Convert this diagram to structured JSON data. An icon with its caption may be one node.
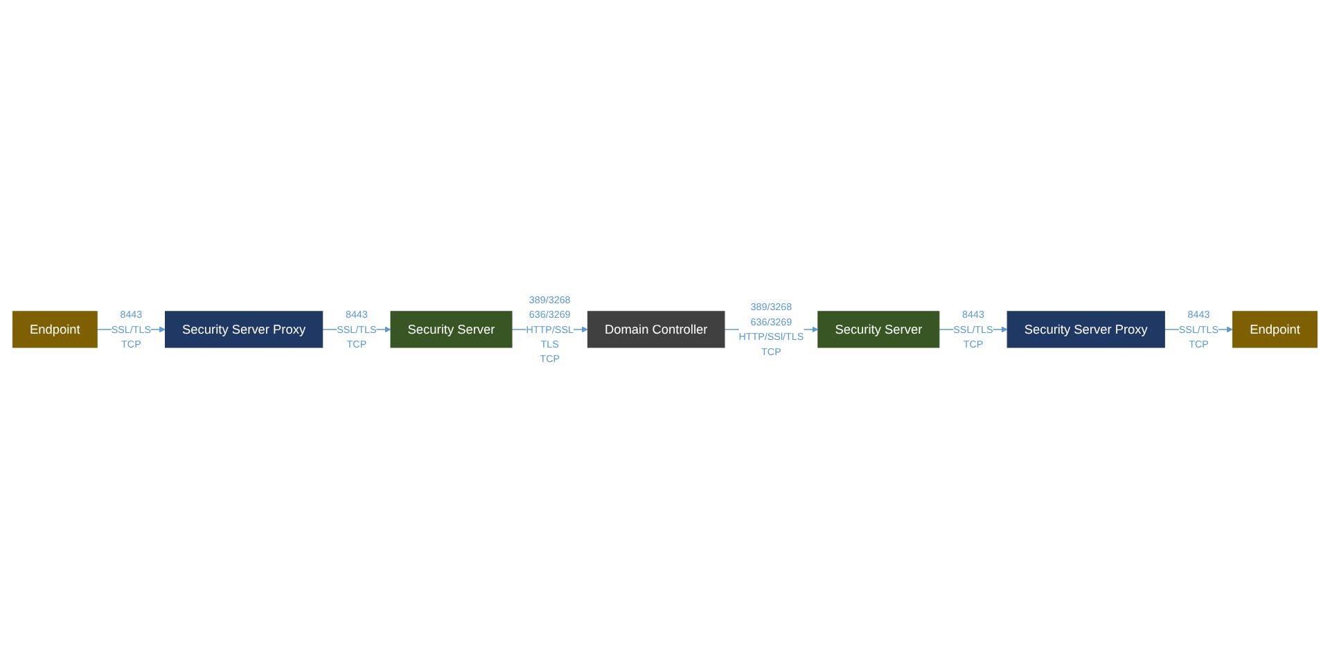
{
  "diagram": {
    "nodes": [
      {
        "text": [
          "Endpoint"
        ]
      },
      {
        "text": [
          "Security Server Proxy"
        ]
      },
      {
        "text": [
          "Security Server"
        ]
      },
      {
        "text": [
          "Domain Controller"
        ]
      },
      {
        "text": [
          "Security Server"
        ]
      },
      {
        "text": [
          "Security Server Proxy"
        ]
      },
      {
        "text": [
          "Endpoint"
        ]
      }
    ],
    "edges": [
      {
        "from": 0,
        "to": 1,
        "arrow": "to",
        "label": "8443 SSL/TLS TCP"
      },
      {
        "from": 1,
        "to": 2,
        "arrow": "to",
        "label": "8443 SSL/TLS TCP"
      },
      {
        "from": 2,
        "to": 3,
        "arrow": "to",
        "label": "389/3268 636/3269 HTTP/SSL TLS TCP"
      },
      {
        "from": 3,
        "to": 4,
        "arrow": "to",
        "label": "389/3268 636/3269 HTTP/SSl/TLS TCP"
      },
      {
        "from": 4,
        "to": 5,
        "arrow": "to",
        "label": "8443 SSL/TLS TCP"
      },
      {
        "from": 5,
        "to": 6,
        "arrow": "to",
        "label": "8443 SSL/TLS TCP"
      }
    ]
  }
}
